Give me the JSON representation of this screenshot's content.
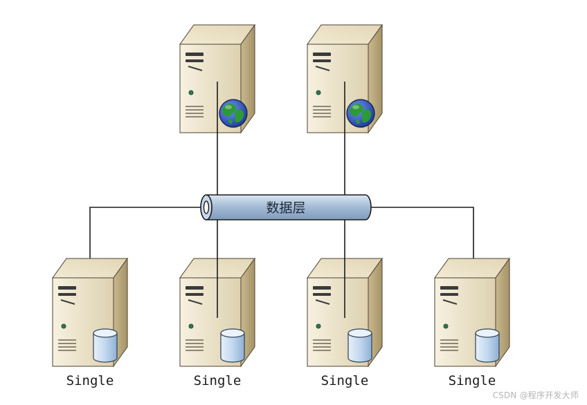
{
  "bus": {
    "label": "数据层"
  },
  "top_servers": [
    {
      "icon": "web-server-icon"
    },
    {
      "icon": "web-server-icon"
    }
  ],
  "bottom_servers": [
    {
      "label": "Single",
      "icon": "database-server-icon"
    },
    {
      "label": "Single",
      "icon": "database-server-icon"
    },
    {
      "label": "Single",
      "icon": "database-server-icon"
    },
    {
      "label": "Single",
      "icon": "database-server-icon"
    }
  ],
  "watermark": "CSDN @程序开发大师",
  "colors": {
    "bus_fill": "#9fb6d0",
    "server_body": "#ece3cc",
    "server_side": "#b9a77f",
    "globe_ocean": "#2f58c8",
    "globe_land": "#2e9a35",
    "db_fill": "#c9ddef"
  }
}
